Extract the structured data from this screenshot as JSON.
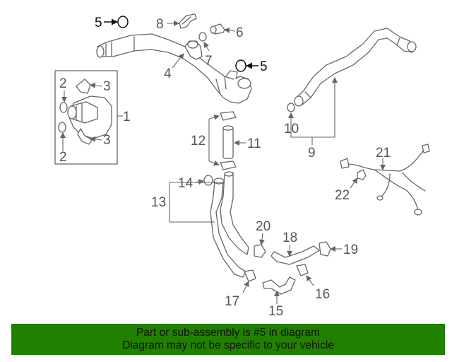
{
  "diagram": {
    "callouts": {
      "c1": "1",
      "c2a": "2",
      "c2b": "2",
      "c3a": "3",
      "c3b": "3",
      "c4": "4",
      "c5a": "5",
      "c5b": "5",
      "c6": "6",
      "c7": "7",
      "c8": "8",
      "c9": "9",
      "c10": "10",
      "c11": "11",
      "c12": "12",
      "c13": "13",
      "c14": "14",
      "c15": "15",
      "c16": "16",
      "c17": "17",
      "c18": "18",
      "c19": "19",
      "c20": "20",
      "c21": "21",
      "c22": "22"
    }
  },
  "banner": {
    "line1": "Part or sub-assembly is #5 in diagram",
    "line2": "Diagram may not be specific to your vehicle",
    "background": "#228000"
  }
}
